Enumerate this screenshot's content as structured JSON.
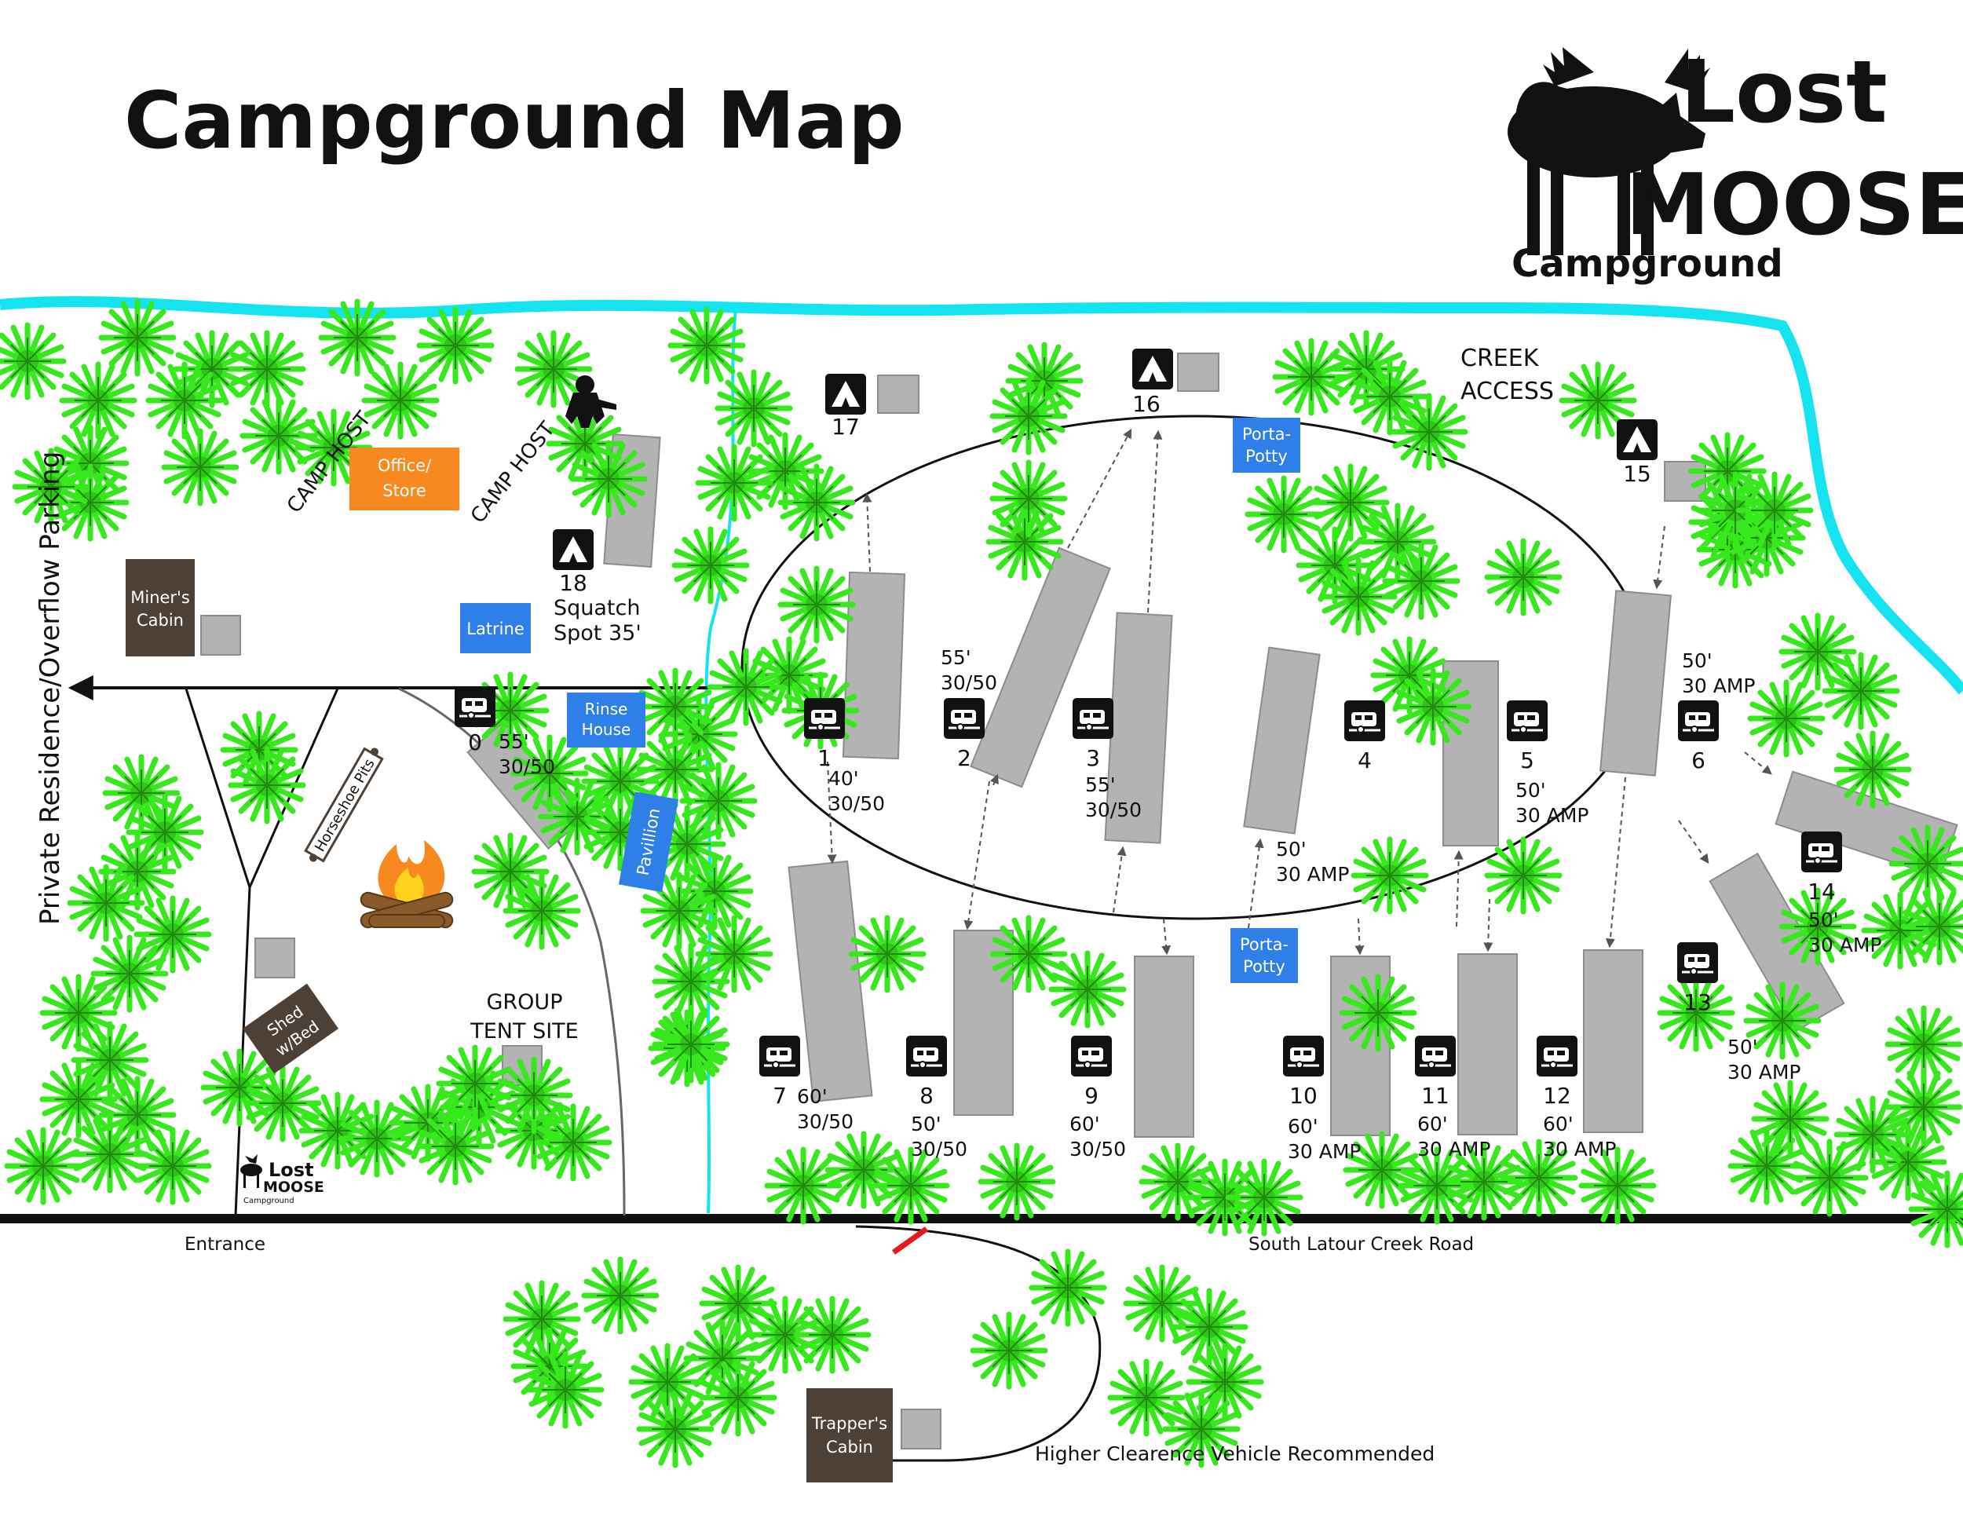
{
  "title": "Campground Map",
  "logo": {
    "line1": "Lost",
    "line2": "MOOSE",
    "line3": "Campground"
  },
  "colors": {
    "creek": "#16e3f0",
    "tree": "#37e81d",
    "pad": "#b3b3b3",
    "building_blue": "#2e7fe8",
    "building_orange": "#f7891e",
    "building_brown": "#4d4037",
    "accent_red": "#e8491d",
    "road": "#111111"
  },
  "labels": {
    "creek_access": [
      "CREEK",
      "ACCESS"
    ],
    "camp_host": "CAMP HOST",
    "office": [
      "Office/",
      "Store"
    ],
    "miners_cabin": [
      "Miner's",
      "Cabin"
    ],
    "latrine": "Latrine",
    "rinse_house": [
      "Rinse",
      "House"
    ],
    "pavillion": "Pavillion",
    "horseshoe_pits": "Horseshoe Pits",
    "shed": [
      "Shed",
      "w/Bed"
    ],
    "group_tent": [
      "GROUP",
      "TENT SITE"
    ],
    "porta_potty": [
      "Porta-",
      "Potty"
    ],
    "trappers_cabin": [
      "Trapper's",
      "Cabin"
    ],
    "private_parking": "Private Residence/Overflow Parking",
    "entrance": "Entrance",
    "road": "South Latour Creek Road",
    "higher_clearance": "Higher Clearence Vehicle Recommended"
  },
  "sites": [
    {
      "id": "0",
      "kind": "rv",
      "size": "55'",
      "power": "30/50"
    },
    {
      "id": "1",
      "kind": "rv",
      "size": "40'",
      "power": "30/50"
    },
    {
      "id": "2",
      "kind": "rv",
      "size": "55'",
      "power": "30/50"
    },
    {
      "id": "3",
      "kind": "rv",
      "size": "55'",
      "power": "30/50"
    },
    {
      "id": "4",
      "kind": "rv",
      "size": "50'",
      "power": "30 AMP"
    },
    {
      "id": "5",
      "kind": "rv",
      "size": "50'",
      "power": "30 AMP"
    },
    {
      "id": "6",
      "kind": "rv",
      "size": "50'",
      "power": "30 AMP"
    },
    {
      "id": "7",
      "kind": "rv",
      "size": "60'",
      "power": "30/50"
    },
    {
      "id": "8",
      "kind": "rv",
      "size": "50'",
      "power": "30/50"
    },
    {
      "id": "9",
      "kind": "rv",
      "size": "60'",
      "power": "30/50"
    },
    {
      "id": "10",
      "kind": "rv",
      "size": "60'",
      "power": "30 AMP"
    },
    {
      "id": "11",
      "kind": "rv",
      "size": "60'",
      "power": "30 AMP"
    },
    {
      "id": "12",
      "kind": "rv",
      "size": "60'",
      "power": "30 AMP"
    },
    {
      "id": "13",
      "kind": "rv",
      "size": "50'",
      "power": "30 AMP"
    },
    {
      "id": "14",
      "kind": "rv",
      "size": "50'",
      "power": "30 AMP"
    },
    {
      "id": "15",
      "kind": "tent"
    },
    {
      "id": "16",
      "kind": "tent"
    },
    {
      "id": "17",
      "kind": "tent"
    },
    {
      "id": "18",
      "kind": "tent",
      "name": "Squatch",
      "size": "Spot 35'"
    }
  ]
}
